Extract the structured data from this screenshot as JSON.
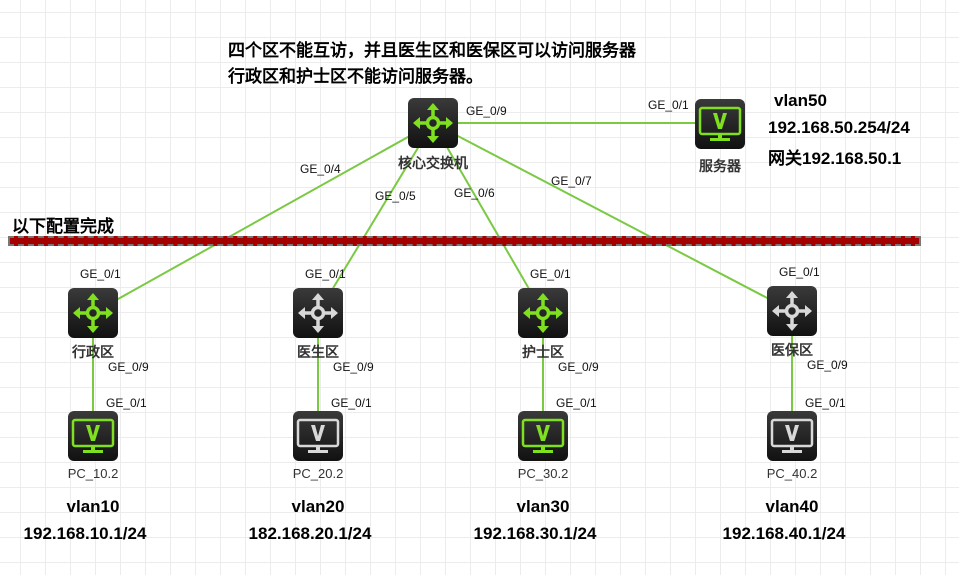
{
  "note": {
    "line1": "四个区不能互访，并且医生区和医保区可以访问服务器",
    "line2": "行政区和护士区不能访问服务器。"
  },
  "divider_label": "以下配置完成",
  "core": {
    "label": "核心交换机",
    "ports": {
      "to_server": "GE_0/9",
      "to_xingzheng": "GE_0/4",
      "to_yisheng": "GE_0/5",
      "to_hushi": "GE_0/6",
      "to_yibao": "GE_0/7"
    }
  },
  "server": {
    "label": "服务器",
    "port": "GE_0/1",
    "vlan": "vlan50",
    "ip": "192.168.50.254/24",
    "gateway": "网关192.168.50.1"
  },
  "zones": [
    {
      "label": "行政区",
      "up_port": "GE_0/1",
      "down_port": "GE_0/9",
      "pc": "PC_10.2",
      "pc_port": "GE_0/1",
      "vlan": "vlan10",
      "ip": "192.168.10.1/24",
      "color": "#7fe020"
    },
    {
      "label": "医生区",
      "up_port": "GE_0/1",
      "down_port": "GE_0/9",
      "pc": "PC_20.2",
      "pc_port": "GE_0/1",
      "vlan": "vlan20",
      "ip": "182.168.20.1/24",
      "color": "#d8d8d8"
    },
    {
      "label": "护士区",
      "up_port": "GE_0/1",
      "down_port": "GE_0/9",
      "pc": "PC_30.2",
      "pc_port": "GE_0/1",
      "vlan": "vlan30",
      "ip": "192.168.30.1/24",
      "color": "#7fe020"
    },
    {
      "label": "医保区",
      "up_port": "GE_0/1",
      "down_port": "GE_0/9",
      "pc": "PC_40.2",
      "pc_port": "GE_0/1",
      "vlan": "vlan40",
      "ip": "192.168.40.1/24",
      "color": "#d8d8d8"
    }
  ],
  "colors": {
    "link": "#7ac943",
    "active": "#7fe020",
    "inactive": "#d8d8d8",
    "divider": "#a40000"
  }
}
